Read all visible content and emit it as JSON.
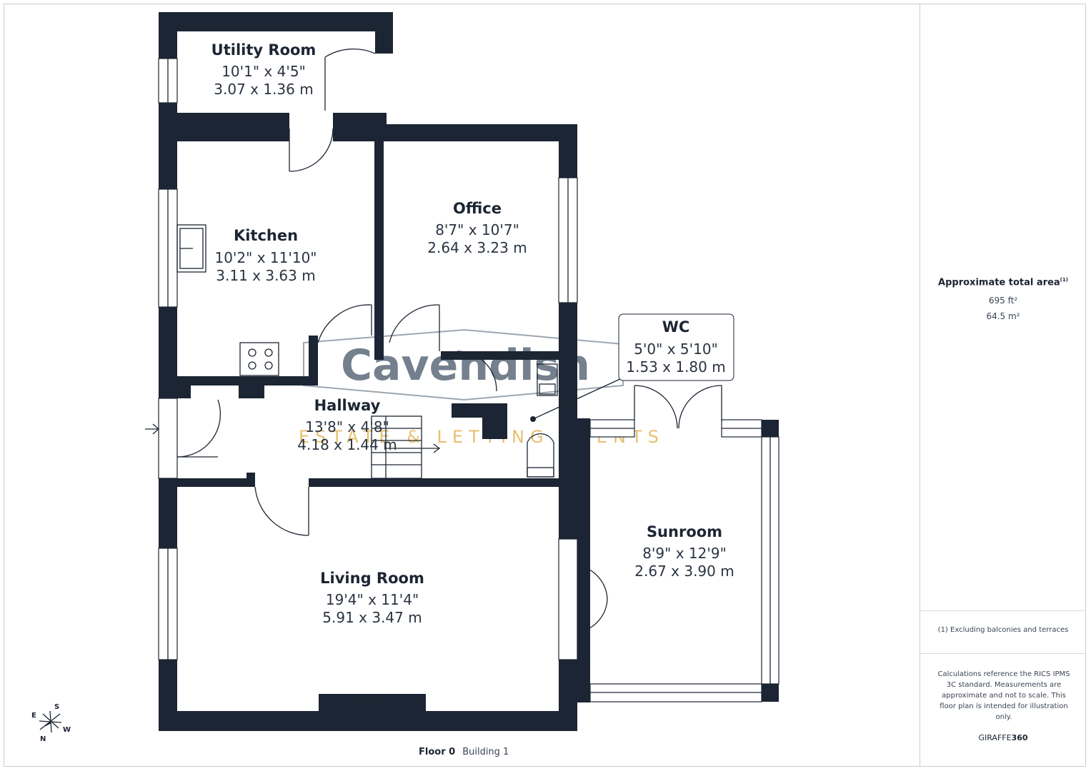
{
  "rooms": {
    "utility": {
      "name": "Utility Room",
      "imperial": "10'1\" x 4'5\"",
      "metric": "3.07 x 1.36 m"
    },
    "kitchen": {
      "name": "Kitchen",
      "imperial": "10'2\" x 11'10\"",
      "metric": "3.11 x 3.63 m"
    },
    "office": {
      "name": "Office",
      "imperial": "8'7\" x 10'7\"",
      "metric": "2.64 x 3.23 m"
    },
    "wc": {
      "name": "WC",
      "imperial": "5'0\" x 5'10\"",
      "metric": "1.53 x 1.80 m"
    },
    "hallway": {
      "name": "Hallway",
      "imperial": "13'8\" x 4'8\"",
      "metric": "4.18 x 1.44 m"
    },
    "sunroom": {
      "name": "Sunroom",
      "imperial": "8'9\" x 12'9\"",
      "metric": "2.67 x 3.90 m"
    },
    "living": {
      "name": "Living Room",
      "imperial": "19'4\" x 11'4\"",
      "metric": "5.91 x 3.47 m"
    }
  },
  "watermark": {
    "brand": "Cavendish",
    "tagline": "ESTATE & LETTING AGENTS"
  },
  "compass": {
    "s": "S",
    "e": "E",
    "w": "W",
    "n": "N"
  },
  "summary": {
    "title": "Approximate total area",
    "title_note": "(1)",
    "area_ft": "695 ft²",
    "area_m": "64.5 m²",
    "note": "(1) Excluding balconies and terraces",
    "disclaimer": "Calculations reference the RICS IPMS 3C standard. Measurements are approximate and not to scale. This floor plan is intended for illustration only.",
    "brand_a": "GIRAFFE",
    "brand_b": "360"
  },
  "floor": {
    "label": "Floor 0",
    "building": "Building 1"
  }
}
